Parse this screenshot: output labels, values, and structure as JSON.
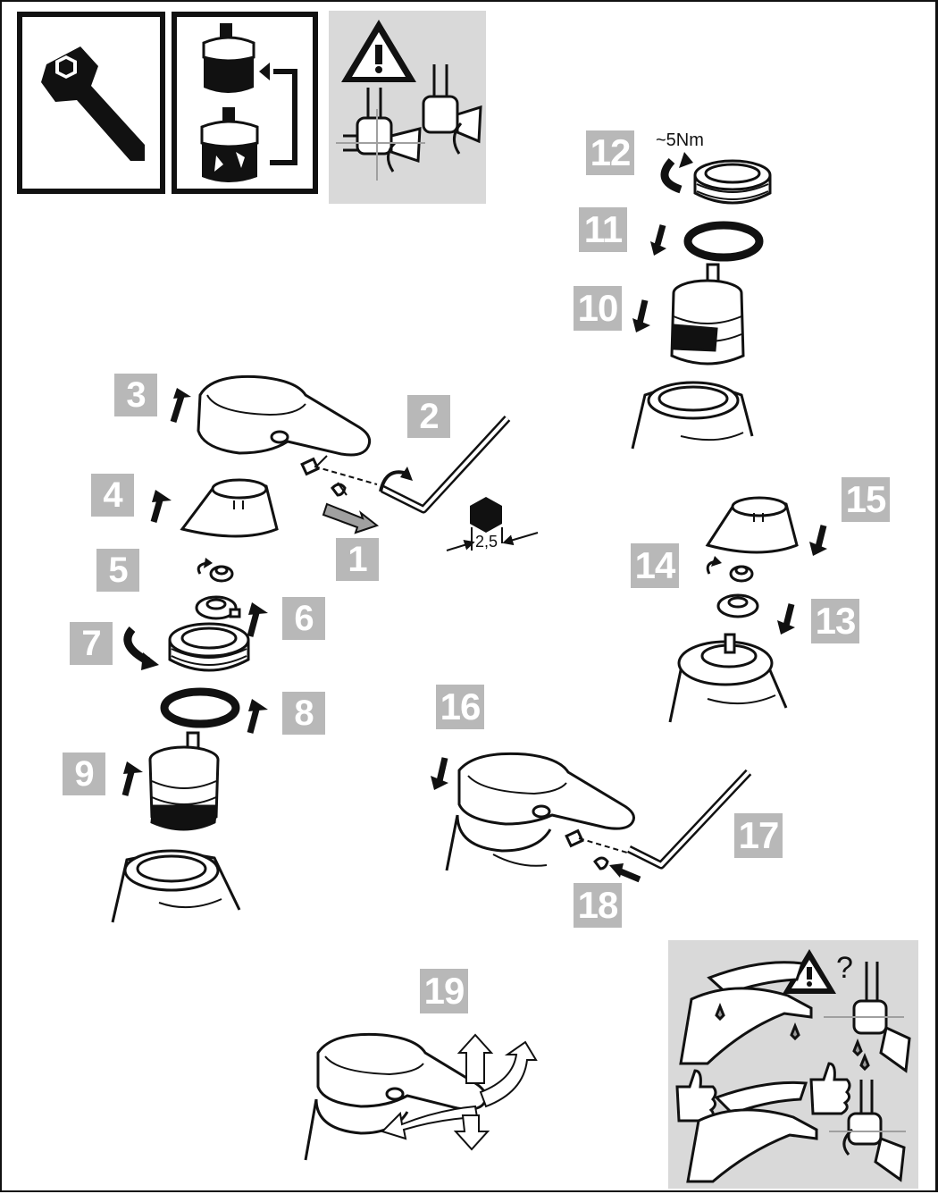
{
  "steps": {
    "s1": "1",
    "s2": "2",
    "s3": "3",
    "s4": "4",
    "s5": "5",
    "s6": "6",
    "s7": "7",
    "s8": "8",
    "s9": "9",
    "s10": "10",
    "s11": "11",
    "s12": "12",
    "s13": "13",
    "s14": "14",
    "s15": "15",
    "s16": "16",
    "s17": "17",
    "s18": "18",
    "s19": "19"
  },
  "labels": {
    "torque": "~5Nm",
    "hex_size": "2,5",
    "question": "?"
  },
  "icons": [
    "wrench-icon",
    "cartridge-replace-icon",
    "warning-icon",
    "valve-icon",
    "thumbs-up-icon"
  ],
  "colors": {
    "step_box": "#b8b8b8",
    "panel_gray": "#d9d9d9",
    "line": "#111111"
  }
}
